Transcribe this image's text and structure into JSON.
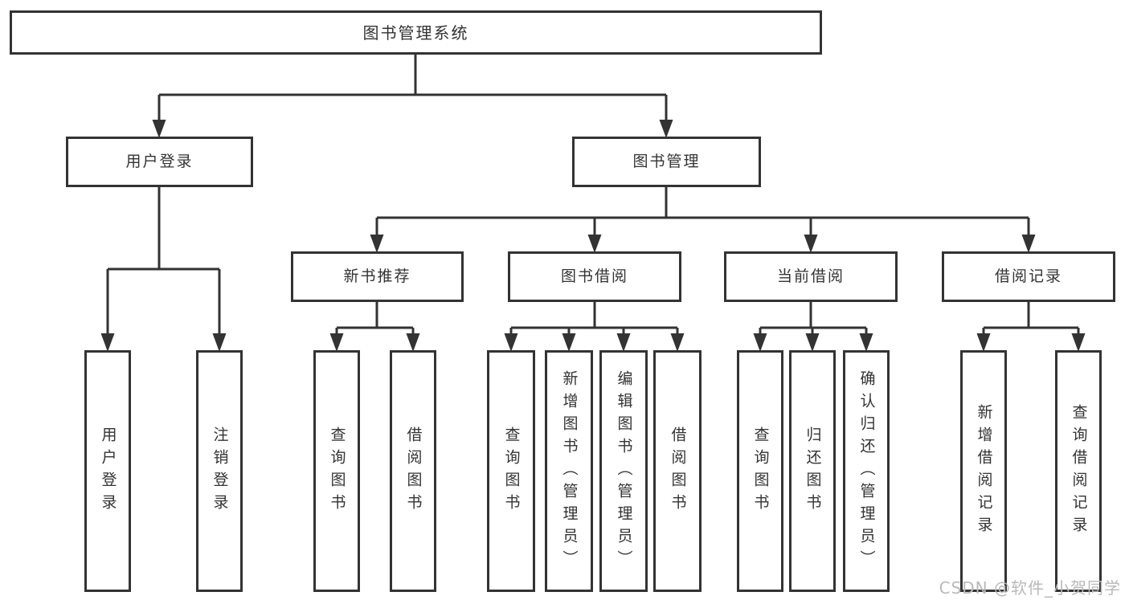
{
  "colors": {
    "line": "#333333",
    "box_border": "#333333",
    "text": "#333333",
    "watermark": "#b9b9b9",
    "background": "#ffffff"
  },
  "watermark": {
    "text": "CSDN @软件_小贺同学"
  },
  "tree": {
    "label": "图书管理系统",
    "children": [
      {
        "label": "用户登录",
        "children": [
          {
            "label": "用户登录"
          },
          {
            "label": "注销登录"
          }
        ]
      },
      {
        "label": "图书管理",
        "children": [
          {
            "label": "新书推荐",
            "children": [
              {
                "label": "查询图书"
              },
              {
                "label": "借阅图书"
              }
            ]
          },
          {
            "label": "图书借阅",
            "children": [
              {
                "label": "查询图书"
              },
              {
                "label": "新增图书（管理员）"
              },
              {
                "label": "编辑图书（管理员）"
              },
              {
                "label": "借阅图书"
              }
            ]
          },
          {
            "label": "当前借阅",
            "children": [
              {
                "label": "查询图书"
              },
              {
                "label": "归还图书"
              },
              {
                "label": "确认归还（管理员）"
              }
            ]
          },
          {
            "label": "借阅记录",
            "children": [
              {
                "label": "新增借阅记录"
              },
              {
                "label": "查询借阅记录"
              }
            ]
          }
        ]
      }
    ]
  }
}
